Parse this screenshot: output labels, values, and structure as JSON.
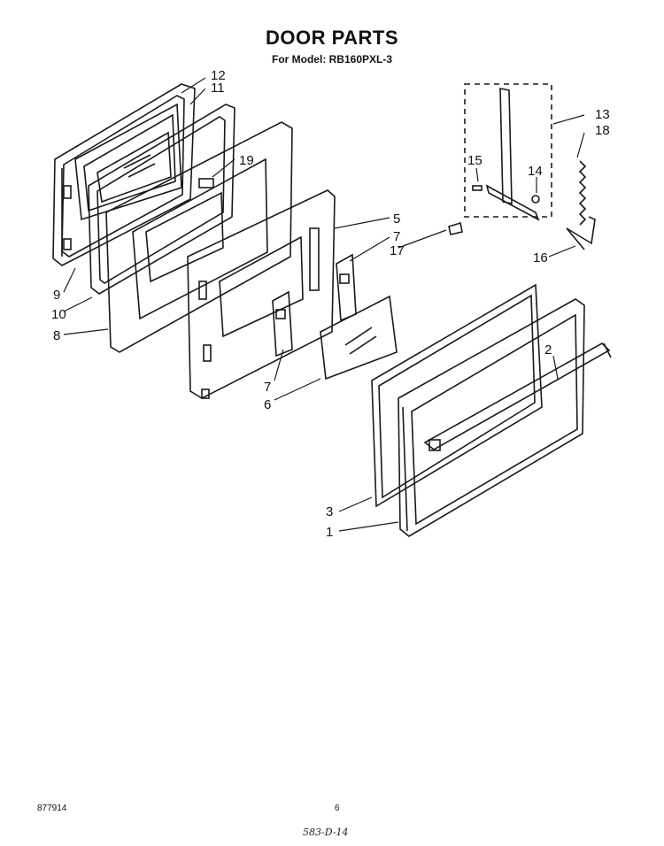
{
  "header": {
    "title": "DOOR PARTS",
    "subtitle": "For Model: RB160PXL-3"
  },
  "callouts": [
    "12",
    "11",
    "19",
    "9",
    "10",
    "8",
    "5",
    "7",
    "17",
    "13",
    "18",
    "15",
    "14",
    "16",
    "7",
    "6",
    "2",
    "3",
    "1"
  ],
  "footer": {
    "doc_number": "877914",
    "page_number": "6",
    "handwritten_note": "583-D-14"
  }
}
